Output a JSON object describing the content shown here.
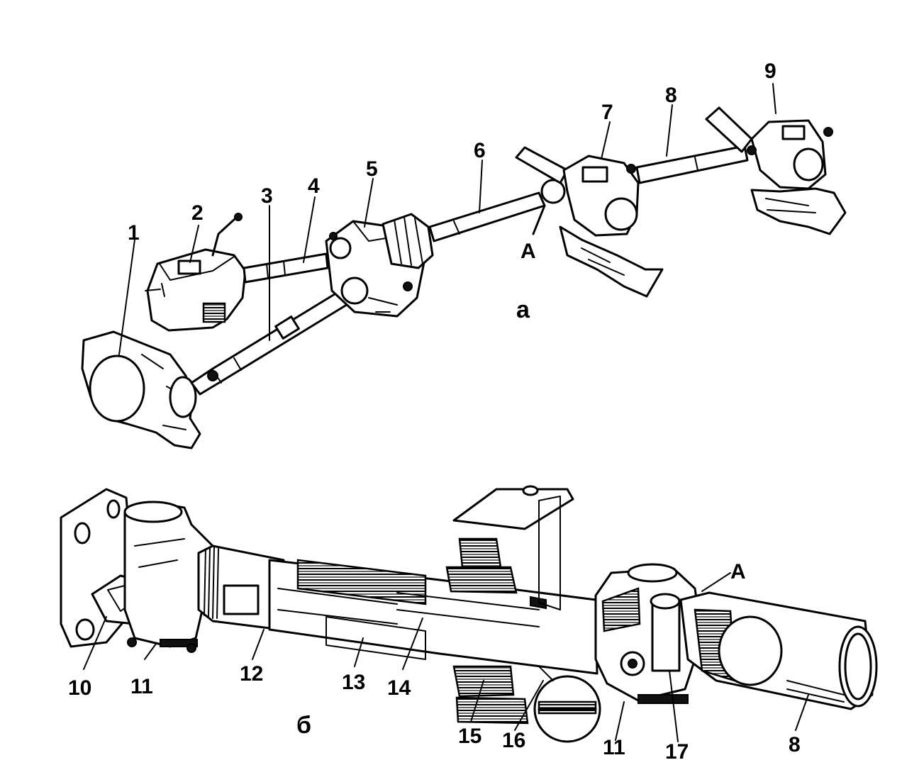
{
  "figure": {
    "panel_a": "а",
    "panel_b": "б",
    "labels_a": {
      "l1": "1",
      "l2": "2",
      "l3": "3",
      "l4": "4",
      "l5": "5",
      "l6": "6",
      "l7": "7",
      "l8": "8",
      "l9": "9",
      "lA": "А"
    },
    "labels_b": {
      "l10": "10",
      "l11a": "11",
      "l12": "12",
      "l13": "13",
      "l14": "14",
      "l15": "15",
      "l16": "16",
      "l11b": "11",
      "l17": "17",
      "l8": "8",
      "lA": "А"
    }
  }
}
